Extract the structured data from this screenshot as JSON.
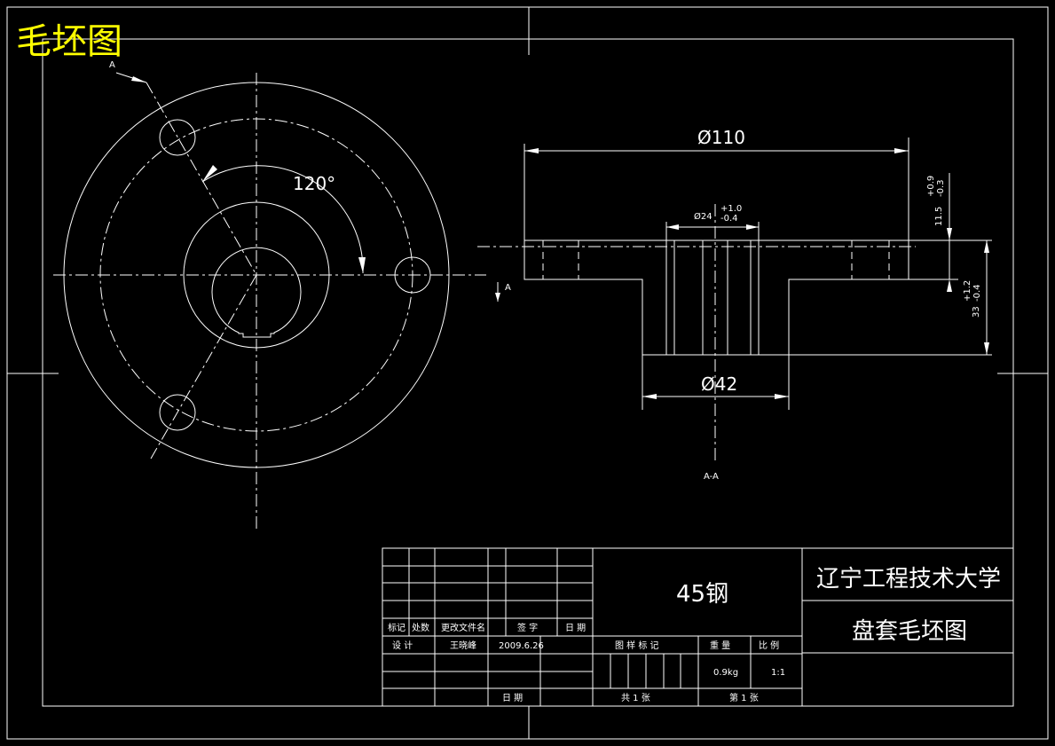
{
  "title_yellow": "毛坯图",
  "section_marker": "A",
  "section_label": "A-A",
  "angle_label": "120°",
  "dims": {
    "outer_diameter": "Ø110",
    "bore_diameter": "Ø24",
    "bore_tol_upper": "+1.0",
    "bore_tol_lower": "-0.4",
    "hub_diameter": "Ø42",
    "flange_thickness": "11.5",
    "flange_tol_upper": "+0.9",
    "flange_tol_lower": "-0.3",
    "total_height": "33",
    "height_tol_upper": "+1.2",
    "height_tol_lower": "-0.4"
  },
  "title_block": {
    "material": "45钢",
    "school": "辽宁工程技术大学",
    "drawing_name": "盘套毛坯图",
    "headers": {
      "mark": "标记",
      "count": "处数",
      "change_doc": "更改文件名",
      "signature": "签 字",
      "date": "日 期",
      "design": "设 计",
      "date2": "日 期",
      "sample_mark": "图 样 标 记",
      "weight": "重 量",
      "scale": "比 例",
      "total": "共 1 张",
      "sheet": "第 1 张"
    },
    "designer": "王晓峰",
    "design_date": "2009.6.26",
    "weight_value": "0.9kg",
    "scale_value": "1:1"
  }
}
